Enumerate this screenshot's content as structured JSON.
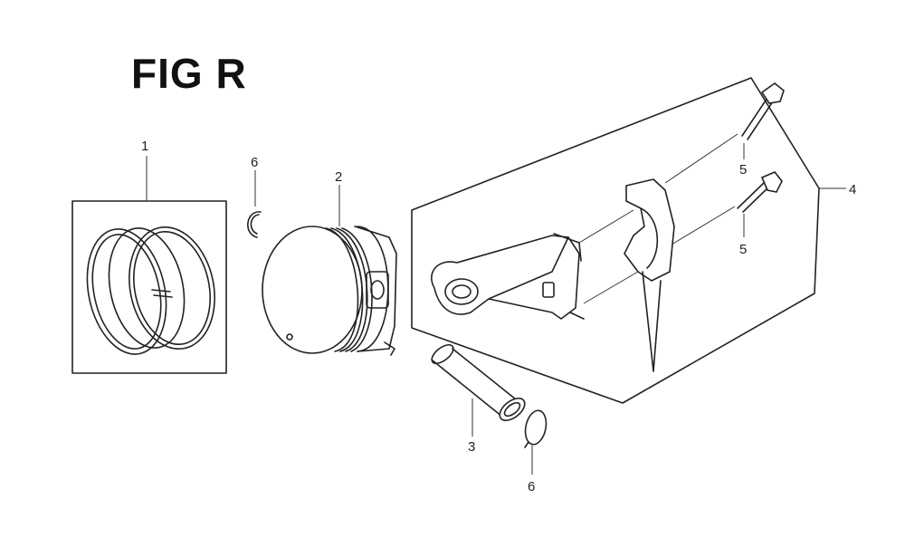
{
  "title": "FIG R",
  "callouts": [
    {
      "id": "ring-set",
      "label": "1"
    },
    {
      "id": "piston",
      "label": "2"
    },
    {
      "id": "piston-pin",
      "label": "3"
    },
    {
      "id": "connecting-rod",
      "label": "4"
    },
    {
      "id": "bolt-upper",
      "label": "5"
    },
    {
      "id": "bolt-lower",
      "label": "5"
    },
    {
      "id": "clip-upper",
      "label": "6"
    },
    {
      "id": "clip-lower",
      "label": "6"
    }
  ]
}
